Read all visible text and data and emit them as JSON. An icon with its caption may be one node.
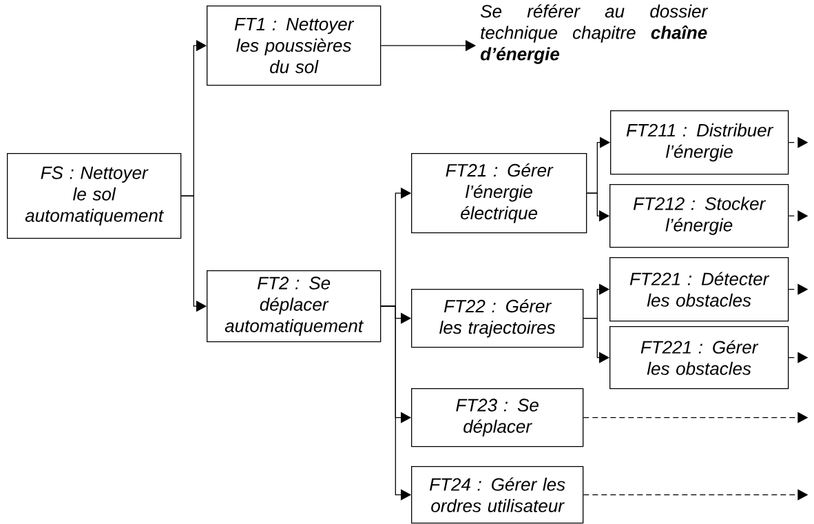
{
  "diagram": {
    "nodes": [
      {
        "text": [
          "FS : Nettoyer le sol automatiquement"
        ]
      },
      {
        "text": [
          "FT1 : Nettoyer les poussières du sol"
        ]
      },
      {
        "text": [
          "Se référer au dossier technique chapitre **chaîne d’énergie**"
        ]
      },
      {
        "text": [
          "FT2 : Se déplacer automatiquement"
        ]
      },
      {
        "text": [
          "FT21 : Gérer l’énergie électrique"
        ]
      },
      {
        "text": [
          "FT211 : Distribuer l’énergie"
        ]
      },
      {
        "text": [
          "FT212 : Stocker l’énergie"
        ]
      },
      {
        "text": [
          "FT22 : Gérer les trajectoires"
        ]
      },
      {
        "text": [
          "FT221 : Détecter les obstacles"
        ]
      },
      {
        "text": [
          "FT221 : Gérer les obstacles"
        ]
      },
      {
        "text": [
          "FT23 : Se déplacer"
        ]
      },
      {
        "text": [
          "FT24 : Gérer les ordres utilisateur"
        ]
      }
    ],
    "edges": [
      {
        "from": 0,
        "to": 1,
        "arrow": "to"
      },
      {
        "from": 0,
        "to": 3,
        "arrow": "to"
      },
      {
        "from": 1,
        "to": 2,
        "arrow": "to"
      },
      {
        "from": 3,
        "to": 4,
        "arrow": "to"
      },
      {
        "from": 3,
        "to": 7,
        "arrow": "to"
      },
      {
        "from": 3,
        "to": 10,
        "arrow": "to"
      },
      {
        "from": 3,
        "to": 11,
        "arrow": "to"
      },
      {
        "from": 4,
        "to": 5,
        "arrow": "to"
      },
      {
        "from": 4,
        "to": 6,
        "arrow": "to"
      },
      {
        "from": 7,
        "to": 8,
        "arrow": "to"
      },
      {
        "from": 7,
        "to": 9,
        "arrow": "to"
      },
      {
        "from": 5,
        "to": null,
        "arrow": "to",
        "style": "dashed"
      },
      {
        "from": 6,
        "to": null,
        "arrow": "to",
        "style": "dashed"
      },
      {
        "from": 8,
        "to": null,
        "arrow": "to",
        "style": "dashed"
      },
      {
        "from": 9,
        "to": null,
        "arrow": "to",
        "style": "dashed"
      },
      {
        "from": 10,
        "to": null,
        "arrow": "to",
        "style": "dashed"
      },
      {
        "from": 11,
        "to": null,
        "arrow": "to",
        "style": "dashed"
      }
    ]
  }
}
